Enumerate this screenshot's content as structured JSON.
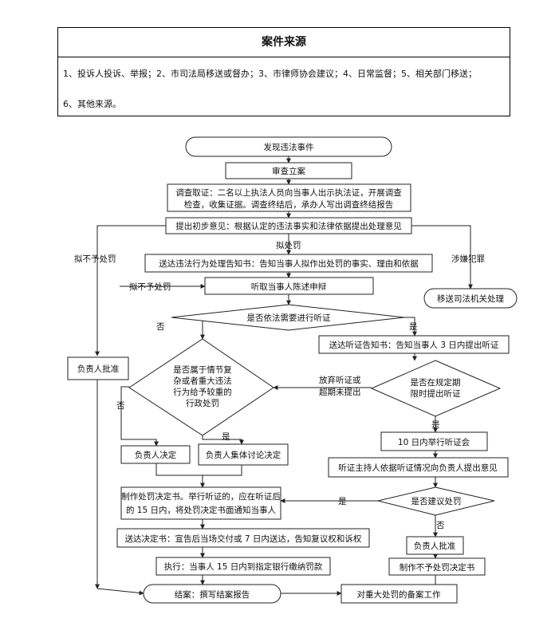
{
  "header": {
    "title": "案件来源",
    "line1": "1、投诉人投诉、举报；2、市司法局移送或督办；3、市律师协会建议；4、日常监督；5、相关部门移送；",
    "line2": "6、其他来源。"
  },
  "flow": {
    "discover": "发现违法事件",
    "review": "审查立案",
    "investigate_1": "调查取证：二名以上执法人员向当事人出示执法证，开展调查",
    "investigate_2": "检查，收集证据。调查终结后，承办人写出调查终结报告",
    "initial_opinion": "提出初步意见：根据认定的违法事实和法律依据提出处理意见",
    "label_no_penalty_left": "拟不予处罚",
    "label_penalty": "拟处罚",
    "label_crime": "涉嫌犯罪",
    "notify_penalty": "送达违法行为处理告知书：告知当事人拟作出处罚的事实、理由和依据",
    "label_no_penalty_mid": "拟不予处罚",
    "hear_defense": "听取当事人陈述申辩",
    "transfer_judicial": "移送司法机关处理",
    "hearing_question": "是否依法需要进行听证",
    "label_no": "否",
    "label_yes": "是",
    "head_approve_left": "负责人批准",
    "complex_q_1": "是否属于情节复",
    "complex_q_2": "杂或者重大违法",
    "complex_q_3": "行为给予较重的",
    "complex_q_4": "行政处罚",
    "hearing_notice": "送达听证告知书：告知当事人 3 日内提出听证",
    "waive_1": "放弃听证或",
    "waive_2": "超期未提出",
    "timely_q_1": "是否在规定期",
    "timely_q_2": "限时提出听证",
    "head_decide": "负责人决定",
    "collective_decide": "负责人集体讨论决定",
    "hearing_meeting": "10 日内举行听证会",
    "hearing_host_opinion": "听证主持人依据听证情况向负责人提出意见",
    "make_decision_1": "制作处罚决定书。举行听证的，应在听证后",
    "make_decision_2": "的 15 日内，将处罚决定书面通知当事人",
    "suggest_penalty_q": "是否建议处罚",
    "deliver_decision": "送达决定书：宣告后当场交付或 7 日内送达，告知复议权和诉权",
    "head_approve_right": "负责人批准",
    "execute": "执行：当事人 15 日内到指定银行缴纳罚款",
    "make_no_penalty": "制作不予处罚决定书",
    "close_case": "结案：撰写结案报告",
    "archive": "对重大处罚的备案工作"
  }
}
